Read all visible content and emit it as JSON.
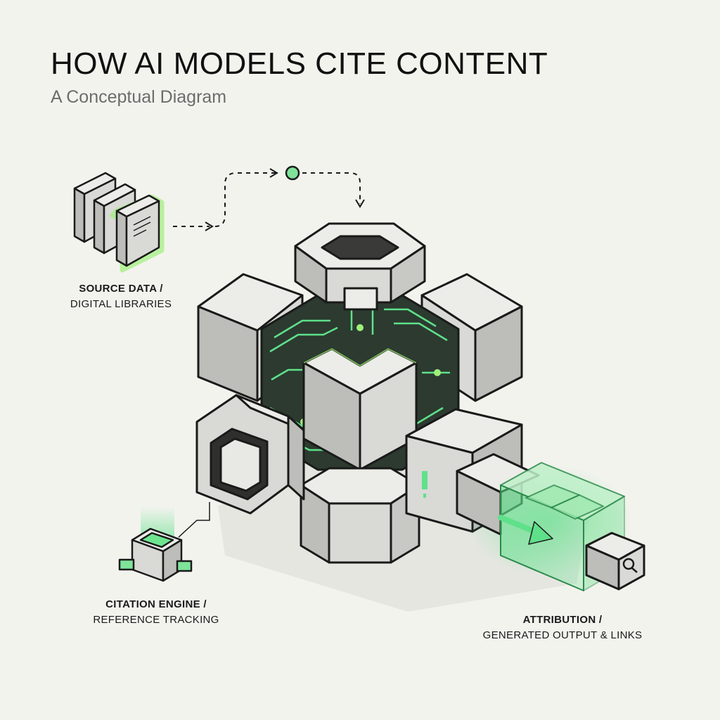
{
  "title": "HOW AI MODELS CITE CONTENT",
  "subtitle": "A Conceptual Diagram",
  "nodes": {
    "source": {
      "line1": "SOURCE DATA /",
      "line2": "DIGITAL LIBRARIES"
    },
    "citation": {
      "line1": "CITATION ENGINE /",
      "line2": "REFERENCE TRACKING"
    },
    "attribution": {
      "line1": "ATTRIBUTION /",
      "line2": "GENERATED OUTPUT & LINKS"
    }
  },
  "colors": {
    "accent_green": "#5fe08a",
    "block_face": "#d9d9d6",
    "block_top": "#ecece8",
    "block_side": "#bdbdb9",
    "outline": "#1a1a1a",
    "background": "#f3f3ee"
  },
  "icons": [
    "book-icon",
    "search-icon",
    "arrow-right-icon",
    "arrow-down-icon"
  ]
}
